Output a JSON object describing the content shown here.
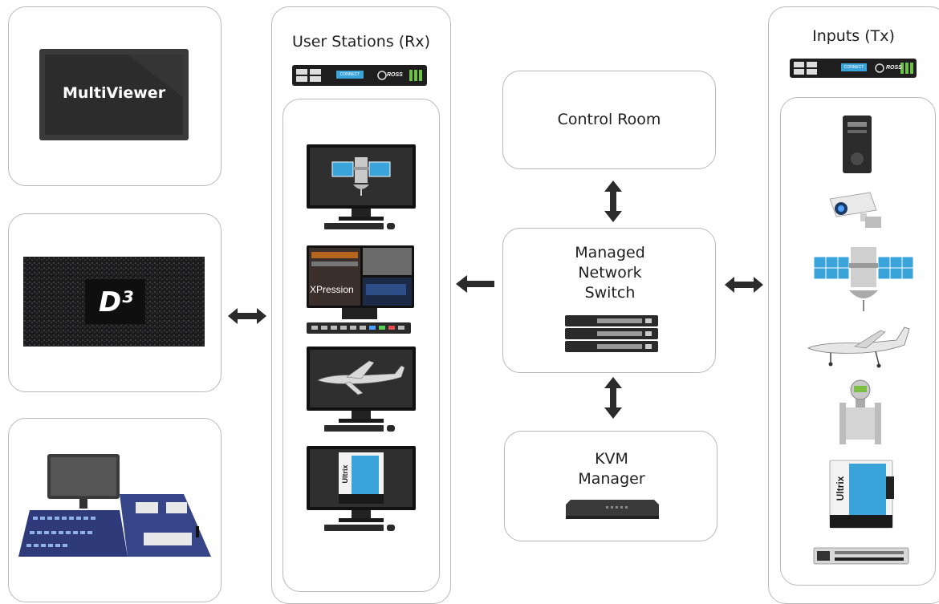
{
  "diagram": {
    "left_panels": {
      "multiviewer": {
        "label": "MultiViewer"
      },
      "videowall": {
        "logo_text": "D³"
      },
      "switcher": {}
    },
    "user_stations": {
      "title": "User Stations (Rx)",
      "device_labels": {
        "rack_brand": "ROSS",
        "rack_screen": "CONNECT"
      },
      "items": [
        {
          "name": "satellite-monitor"
        },
        {
          "name": "xpression-monitor",
          "label": "XPression"
        },
        {
          "name": "drone-monitor"
        },
        {
          "name": "ultrix-monitor",
          "label": "Ultrix"
        }
      ]
    },
    "control_room": {
      "label": "Control Room"
    },
    "network_switch": {
      "label_lines": [
        "Managed",
        "Network",
        "Switch"
      ]
    },
    "kvm_manager": {
      "label_lines": [
        "KVM",
        "Manager"
      ]
    },
    "inputs": {
      "title": "Inputs (Tx)",
      "device_labels": {
        "rack_brand": "ROSS",
        "rack_screen": "CONNECT"
      },
      "items": [
        {
          "name": "computer-tower"
        },
        {
          "name": "security-camera"
        },
        {
          "name": "satellite"
        },
        {
          "name": "drone"
        },
        {
          "name": "flow-meter"
        },
        {
          "name": "ultrix-router",
          "label": "Ultrix"
        },
        {
          "name": "rack-unit"
        }
      ]
    },
    "colors": {
      "border": "#b9b9b9",
      "device_dark": "#2a2a2a",
      "screen_blue": "#3aa3d9",
      "arrow": "#2b2b2b"
    }
  }
}
